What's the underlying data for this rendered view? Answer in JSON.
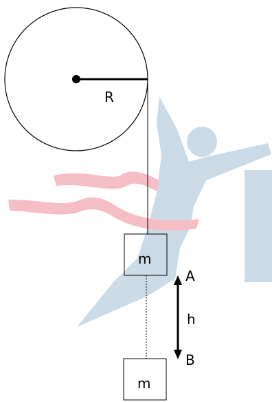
{
  "labels": {
    "radius": "R",
    "upper_mass": "m",
    "lower_mass": "m",
    "point_a": "A",
    "point_b": "B",
    "height": "h"
  },
  "colors": {
    "ink": "#000000",
    "watermark_blue": "#b9cfe0",
    "watermark_red": "#f2a9b2"
  }
}
